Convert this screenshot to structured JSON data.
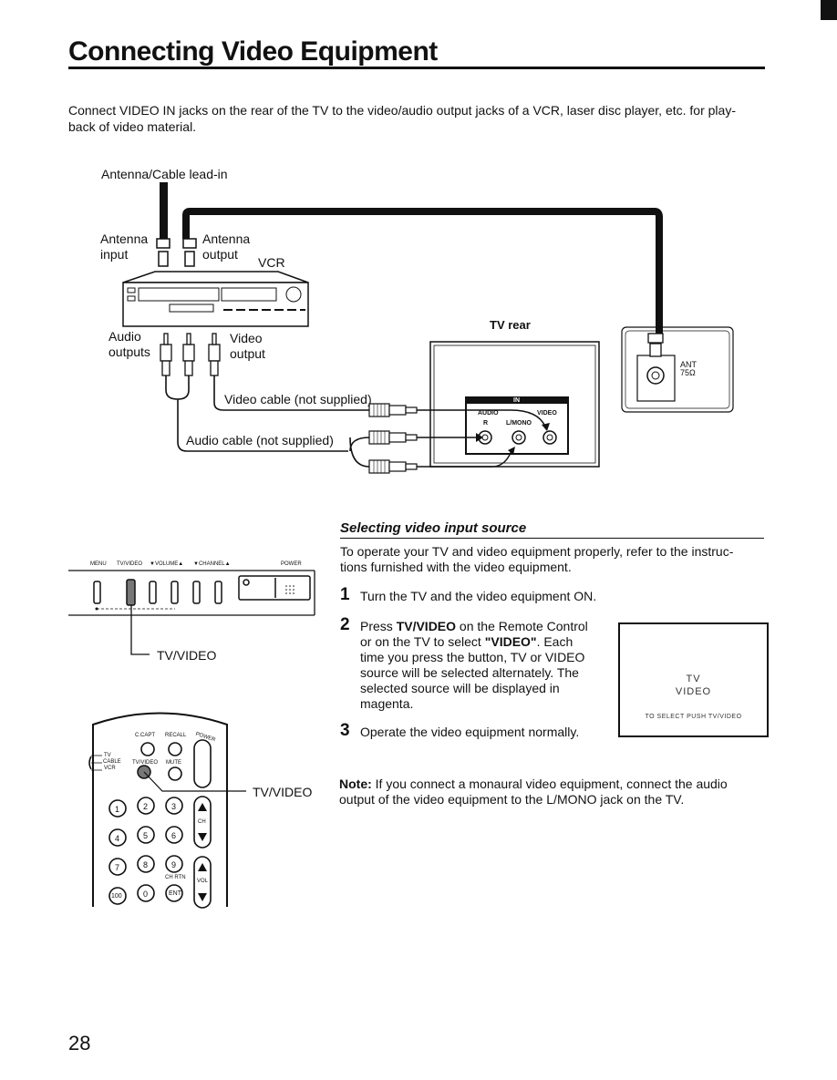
{
  "title": "Connecting Video Equipment",
  "intro": "Connect VIDEO IN jacks on the rear of the TV to the video/audio output jacks of a VCR, laser disc player, etc. for play-back of video material.",
  "diagram": {
    "lead_in": "Antenna/Cable lead-in",
    "antenna_input_1": "Antenna",
    "antenna_input_2": "input",
    "antenna_output_1": "Antenna",
    "antenna_output_2": "output",
    "vcr": "VCR",
    "audio_outputs_1": "Audio",
    "audio_outputs_2": "outputs",
    "video_output_1": "Video",
    "video_output_2": "output",
    "tv_rear": "TV rear",
    "video_cable": "Video cable (not supplied)",
    "audio_cable": "Audio cable (not supplied)",
    "ant_1": "ANT",
    "ant_2": "75Ω",
    "in_label": "IN",
    "audio_jack": "AUDIO",
    "video_jack": "VIDEO",
    "r_jack": "R",
    "lmono_jack": "L/MONO"
  },
  "tv_panel": {
    "menu": "MENU",
    "tvvideo": "TV/VIDEO",
    "volume": "▼VOLUME▲",
    "channel": "▼CHANNEL▲",
    "power": "POWER",
    "callout": "TV/VIDEO"
  },
  "remote": {
    "ccapt": "C.CAPT",
    "recall": "RECALL",
    "power": "POWER",
    "tv": "TV",
    "cable": "CABLE",
    "vcr": "VCR",
    "tvvideo": "TV/VIDEO",
    "mute": "MUTE",
    "ch": "CH",
    "chrtn": "CH RTN",
    "vol": "VOL",
    "callout": "TV/VIDEO",
    "keys": [
      "1",
      "2",
      "3",
      "4",
      "5",
      "6",
      "7",
      "8",
      "9",
      "100",
      "0",
      "ENT"
    ]
  },
  "section": {
    "title": "Selecting video input source",
    "para": "To operate your TV and video equipment properly, refer to the instruc-tions furnished with the video equipment.",
    "step1_num": "1",
    "step1": "Turn the TV and the video equipment ON.",
    "step2_num": "2",
    "step2_a": "Press ",
    "step2_b": "TV/VIDEO",
    "step2_c": " on the Remote Control or on the TV to select ",
    "step2_d": "\"VIDEO\"",
    "step2_e": ". Each time you press the button, TV or VIDEO source will be selected alternately. The selected source will be displayed in magenta.",
    "step3_num": "3",
    "step3": "Operate the video equipment normally."
  },
  "screen": {
    "line1": "TV",
    "line2": "VIDEO",
    "line3": "TO SELECT PUSH TV/VIDEO"
  },
  "note": {
    "label": "Note:",
    "text": " If you connect a monaural video equipment, connect the audio output of the video equipment to the L/MONO jack on the TV."
  },
  "page_number": "28"
}
